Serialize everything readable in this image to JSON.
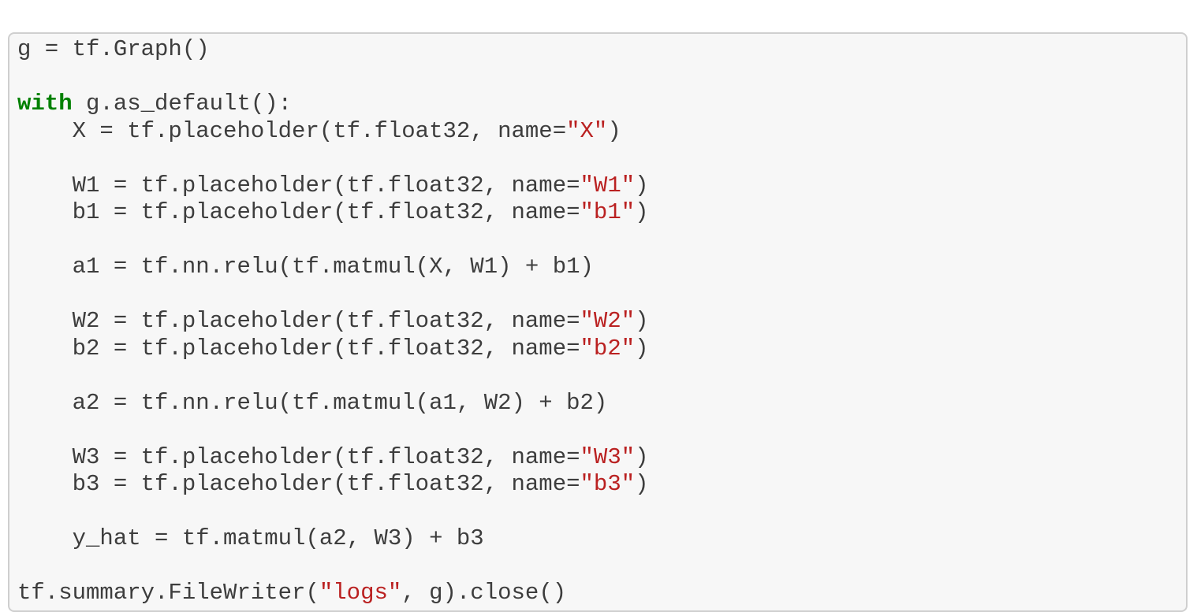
{
  "page": {
    "background": "#ffffff"
  },
  "code_block": {
    "language": "python",
    "background": "#f7f7f7",
    "border_color": "#cfcfcf",
    "text_color": "#3d3d3d",
    "keyword_color": "#008000",
    "string_color": "#ba2121",
    "lines": [
      {
        "segments": [
          {
            "text": "g = tf.Graph()",
            "type": "plain"
          }
        ]
      },
      {
        "segments": []
      },
      {
        "segments": [
          {
            "text": "with",
            "type": "keyword"
          },
          {
            "text": " g.as_default():",
            "type": "plain"
          }
        ]
      },
      {
        "segments": [
          {
            "text": "    X = tf.placeholder(tf.float32, name=",
            "type": "plain"
          },
          {
            "text": "\"X\"",
            "type": "string"
          },
          {
            "text": ")",
            "type": "plain"
          }
        ]
      },
      {
        "segments": []
      },
      {
        "segments": [
          {
            "text": "    W1 = tf.placeholder(tf.float32, name=",
            "type": "plain"
          },
          {
            "text": "\"W1\"",
            "type": "string"
          },
          {
            "text": ")",
            "type": "plain"
          }
        ]
      },
      {
        "segments": [
          {
            "text": "    b1 = tf.placeholder(tf.float32, name=",
            "type": "plain"
          },
          {
            "text": "\"b1\"",
            "type": "string"
          },
          {
            "text": ")",
            "type": "plain"
          }
        ]
      },
      {
        "segments": []
      },
      {
        "segments": [
          {
            "text": "    a1 = tf.nn.relu(tf.matmul(X, W1) + b1)",
            "type": "plain"
          }
        ]
      },
      {
        "segments": []
      },
      {
        "segments": [
          {
            "text": "    W2 = tf.placeholder(tf.float32, name=",
            "type": "plain"
          },
          {
            "text": "\"W2\"",
            "type": "string"
          },
          {
            "text": ")",
            "type": "plain"
          }
        ]
      },
      {
        "segments": [
          {
            "text": "    b2 = tf.placeholder(tf.float32, name=",
            "type": "plain"
          },
          {
            "text": "\"b2\"",
            "type": "string"
          },
          {
            "text": ")",
            "type": "plain"
          }
        ]
      },
      {
        "segments": []
      },
      {
        "segments": [
          {
            "text": "    a2 = tf.nn.relu(tf.matmul(a1, W2) + b2)",
            "type": "plain"
          }
        ]
      },
      {
        "segments": []
      },
      {
        "segments": [
          {
            "text": "    W3 = tf.placeholder(tf.float32, name=",
            "type": "plain"
          },
          {
            "text": "\"W3\"",
            "type": "string"
          },
          {
            "text": ")",
            "type": "plain"
          }
        ]
      },
      {
        "segments": [
          {
            "text": "    b3 = tf.placeholder(tf.float32, name=",
            "type": "plain"
          },
          {
            "text": "\"b3\"",
            "type": "string"
          },
          {
            "text": ")",
            "type": "plain"
          }
        ]
      },
      {
        "segments": []
      },
      {
        "segments": [
          {
            "text": "    y_hat = tf.matmul(a2, W3) + b3",
            "type": "plain"
          }
        ]
      },
      {
        "segments": []
      },
      {
        "segments": [
          {
            "text": "tf.summary.FileWriter(",
            "type": "plain"
          },
          {
            "text": "\"logs\"",
            "type": "string"
          },
          {
            "text": ", g).close()",
            "type": "plain"
          }
        ]
      }
    ]
  }
}
